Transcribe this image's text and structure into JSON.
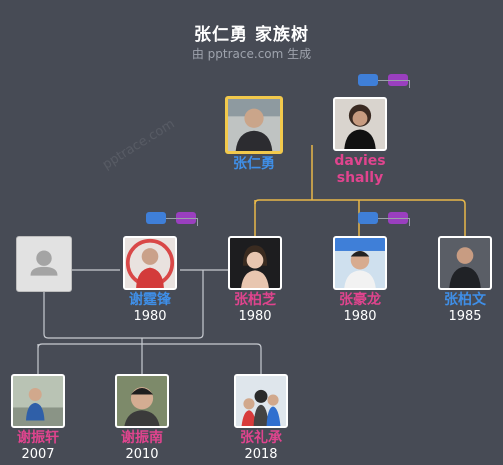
{
  "header": {
    "title": "张仁勇 家族树",
    "subtitle": "由 pptrace.com 生成",
    "watermark": "pptrace.com"
  },
  "colors": {
    "background": "#474b55",
    "male": "#3f8fe8",
    "female": "#e0448e",
    "selected_border": "#f2c94c",
    "spouse_line": "#e8b84a",
    "child_line": "#c8cbd1"
  },
  "people": {
    "zhang_renyong": {
      "name": "张仁勇",
      "gender": "m",
      "selected": true
    },
    "davies": {
      "name": "davies\nshally",
      "gender": "f"
    },
    "unknown": {
      "name": "",
      "gender": "u"
    },
    "xie_tingfeng": {
      "name": "谢霆锋",
      "year": "1980",
      "gender": "m"
    },
    "zhang_baizhi": {
      "name": "张柏芝",
      "year": "1980",
      "gender": "f"
    },
    "zhang_haolong": {
      "name": "张豪龙",
      "year": "1980",
      "gender": "f"
    },
    "zhang_bowen": {
      "name": "张柏文",
      "year": "1985",
      "gender": "m"
    },
    "xie_zhenxuan": {
      "name": "谢振轩",
      "year": "2007",
      "gender": "f"
    },
    "xie_zhennan": {
      "name": "谢振南",
      "year": "2010",
      "gender": "f"
    },
    "zhang_licheng": {
      "name": "张礼承",
      "year": "2018",
      "gender": "f"
    }
  }
}
